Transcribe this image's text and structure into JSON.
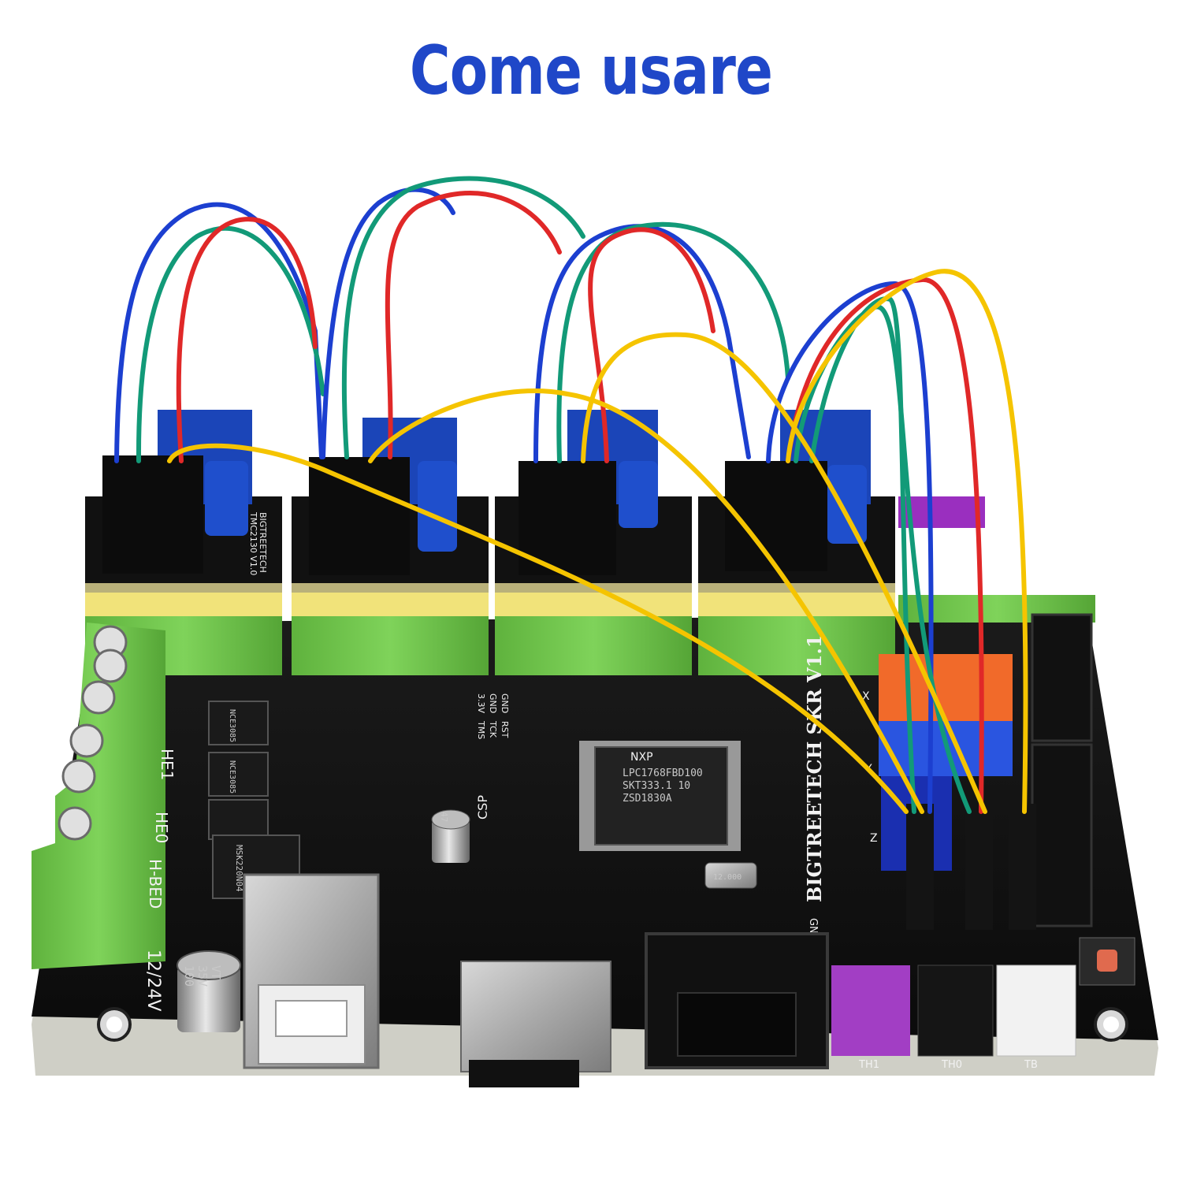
{
  "title": "Come usare",
  "board": {
    "brand": "BIGTREETECH SKR V1.1",
    "mcu": {
      "brand": "NXP",
      "lines": [
        "LPC1768FBD100",
        "SKT333.1   10",
        "ZSD1830A"
      ]
    },
    "crystal": "12.000",
    "capacitors": {
      "main": {
        "value": "100",
        "voltage": "35V",
        "series": "VT"
      },
      "small": {
        "value": "47",
        "voltage": "16V"
      }
    },
    "mosfet_label": "NCE3085",
    "regulator_label": "MSK220N04",
    "power_labels": [
      "HE1",
      "HE0",
      "H-BED",
      "12/24V"
    ],
    "debug_pins": [
      "3.3V",
      "GND",
      "GND",
      "TMS",
      "TCK",
      "RST"
    ],
    "thermistor_labels": [
      "TH1",
      "TH0",
      "TB"
    ],
    "endstop_labels": [
      "X",
      "Y",
      "Z"
    ],
    "connector_labels": [
      "GND",
      "CSP"
    ],
    "driver_labels": [
      "BIGTREETECH",
      "TMC2130 V1.0"
    ]
  },
  "colors": {
    "title": "#1f47c8",
    "pcb": "#141414",
    "terminal": "#6ec24a",
    "driver_heatsink": "#1b45b8",
    "wire_blue": "#1c3fd0",
    "wire_red": "#e02828",
    "wire_green": "#129a78",
    "wire_yellow": "#f5c400"
  }
}
